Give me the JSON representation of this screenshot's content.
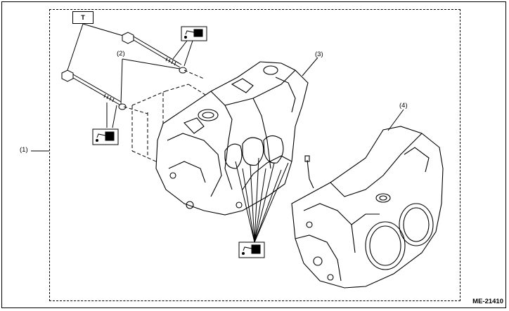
{
  "diagram": {
    "callouts": {
      "assembly": "(1)",
      "washer": "(2)",
      "crankcase_rh": "(3)",
      "crankcase_lh": "(4)"
    },
    "tightening_label": "T",
    "figure_id": "ME-21410",
    "icons": {
      "oil_can_top": "oil-can-icon",
      "oil_can_left": "oil-can-icon",
      "oil_can_bottom": "oil-can-icon"
    }
  }
}
